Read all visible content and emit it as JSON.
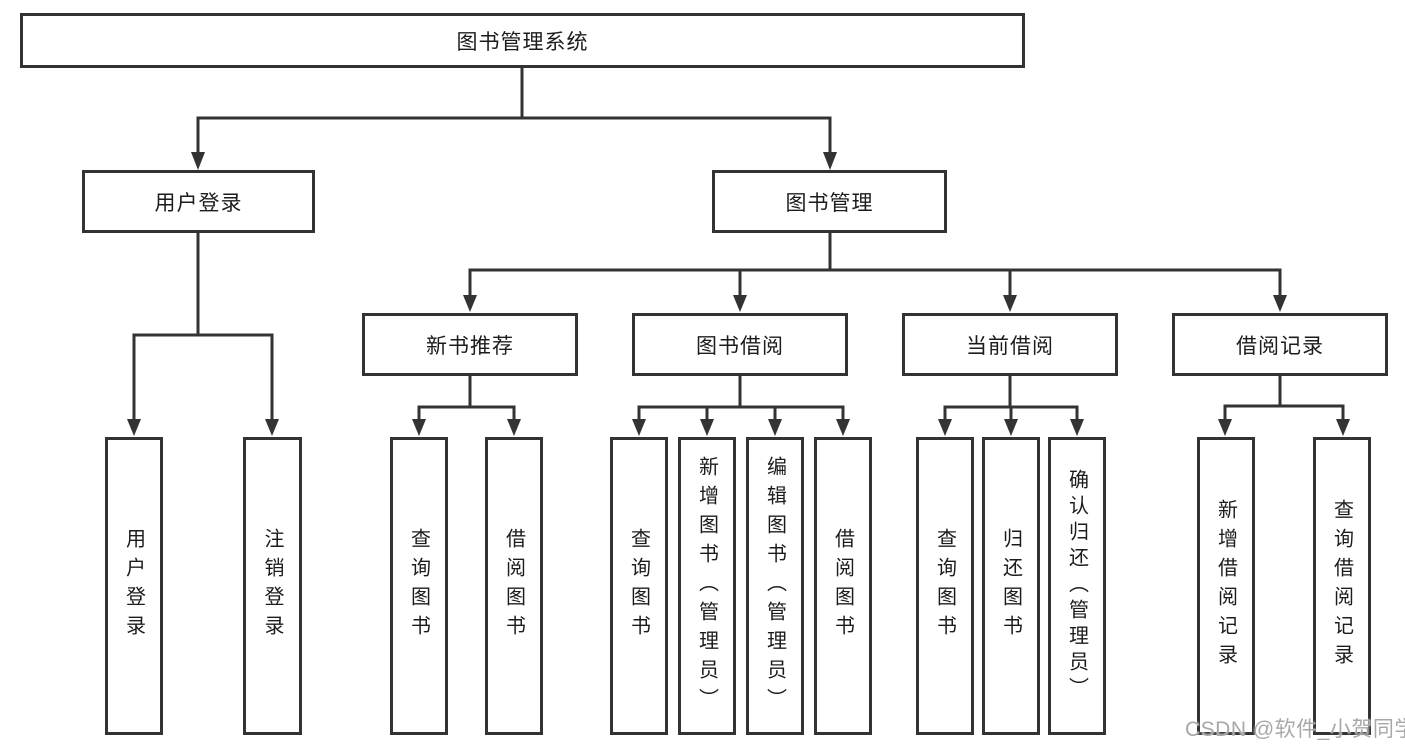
{
  "diagram": {
    "title": "图书管理系统",
    "type": "hierarchy",
    "tree": {
      "label": "图书管理系统",
      "children": [
        {
          "label": "用户登录",
          "children": [
            {
              "label": "用户登录"
            },
            {
              "label": "注销登录"
            }
          ]
        },
        {
          "label": "图书管理",
          "children": [
            {
              "label": "新书推荐",
              "children": [
                {
                  "label": "查询图书"
                },
                {
                  "label": "借阅图书"
                }
              ]
            },
            {
              "label": "图书借阅",
              "children": [
                {
                  "label": "查询图书"
                },
                {
                  "label": "新增图书（管理员）"
                },
                {
                  "label": "编辑图书（管理员）"
                },
                {
                  "label": "借阅图书"
                }
              ]
            },
            {
              "label": "当前借阅",
              "children": [
                {
                  "label": "查询图书"
                },
                {
                  "label": "归还图书"
                },
                {
                  "label": "确认归还（管理员）"
                }
              ]
            },
            {
              "label": "借阅记录",
              "children": [
                {
                  "label": "新增借阅记录"
                },
                {
                  "label": "查询借阅记录"
                }
              ]
            }
          ]
        }
      ]
    }
  },
  "colors": {
    "line": "#333333",
    "box_border": "#333333",
    "text": "#1c1c1c",
    "background": "#ffffff",
    "watermark": "#a8a8a8"
  },
  "watermark": {
    "text": "CSDN @软件_小贺同学"
  }
}
